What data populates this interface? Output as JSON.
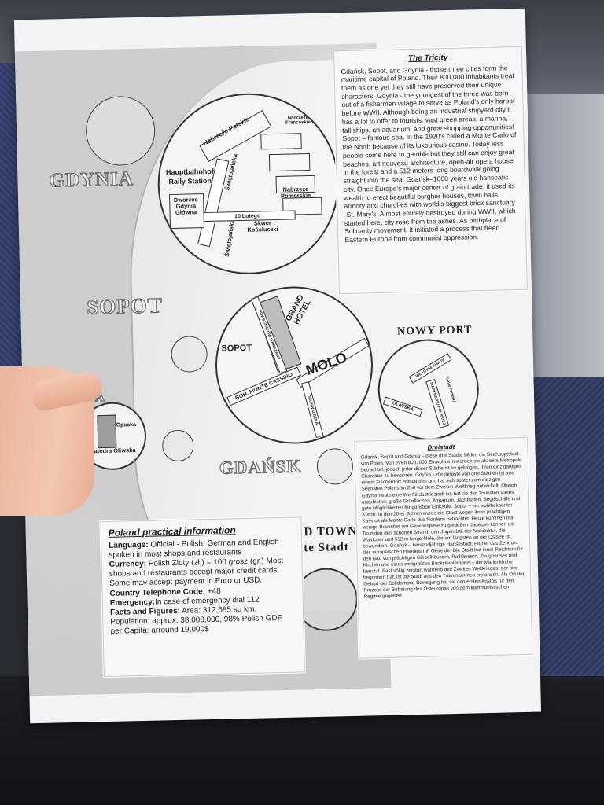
{
  "cities": {
    "gdynia": "GDYNIA",
    "sopot": "SOPOT",
    "gdansk": "GDAŃSK",
    "oliwa": "IWA",
    "nowy_port": "NOWY PORT",
    "old_town_1": "OLD TOWN",
    "old_town_2": "Alte Stadt"
  },
  "gdynia_map": {
    "nabrzeze_polskie": "Nabrzeże Polskie",
    "nabrzeze_francuskie": "Nabrzeże Francuskie",
    "swietojanska_1": "Świętojańska",
    "swietojanska_2": "Świętojańska",
    "station_1": "Hauptbahnhof",
    "station_2": "Raily Station",
    "dworzec": "Dworzec Gdynia Główna",
    "street_10_lutego": "10 Lutego",
    "nabrzeze_pomorskie": "Nabrzeże Pomorskie",
    "skwer": "Skwer Kościuszki"
  },
  "sopot_map": {
    "grand_hotel": "GRAND HOTEL",
    "molo": "MOLO",
    "sopot_label": "SOPOT",
    "monte_cassino": "BOH. MONTE CASSINO",
    "street_a": "POWSTAŃCÓW WARSZAWY",
    "street_b": "GRUNWALDZKA"
  },
  "nowy_port_map": {
    "oliwska": "OLIWSKA",
    "marynarki": "MARYNARKI POLSKIEJ",
    "wladyslawa": "WŁADYSŁAWA IV",
    "kanal": "Kanał Portowy"
  },
  "oliwa_map": {
    "opacka": "Opacka",
    "katedra": "Katedra Oliwska"
  },
  "tricity": {
    "title": "The Tricity",
    "text": "Gdańsk, Sopot, and Gdynia - those three cities form the maritime capital of Poland. Their 800,000 inhabitants treat them as one yet they still have preserved their unique characters. Gdynia - the youngest of the three was born out of a fishermen village to serve as Poland's only harbor before WWII. Although being an industrial shipyard city it has a lot to offer to tourists: vast green areas, a marina, tall ships, an aquarium, and great shopping opportunities! Sopot – famous spa. In the 1920's called a Monte Carlo of the North because of its luxourious casino. Today less people come here to gamble but they still can enjoy great beaches, art nouveau architecture, open-air opera house in the forest and a 512 meters-long boardwalk going straight into the sea. Gdańsk–1000 years old hanseatic city. Once Europe's major center of grain trade, it used its wealth to erect beautiful burgher houses, town halls, armory and churches with world's biggest brick sanctuary -St. Mary's. Almost entirely destroyed during WWII, which started here, city rose from the ashes. As birthplace of Solidarity movement, it initiated a process that freed Eastern Europe from communist oppression."
  },
  "dreistadt": {
    "title": "Dreistadt",
    "text": "Gdańsk, Sopot und Gdynia – diese drei Städte bilden die Seehauptstadt von Polen. Von ihren 800, 000 Einwohnern werden sie als eine Metropole betrachtet, jedoch jeder dieser Städte ist es gelungen, ihren einzigartigen Charakter zu bewahren. Gdynia – die jüngste von drei Städten ist aus einem Fischerdorf entstanden und hat sich später zum einzigen Seehafen Polens im Zeit vor dem Zweiten Weltkrieg entwickelt. Obwohl Gdynia heute eine Werftindustriestadt ist, hat sie den Touristen Vieles anzubieten: große Grünflächen, Aquarium, Jachthafen, Segelschiffe und gute Möglichkeiten für günstige Einkäufe. Sopot – ein wohlbekannter Kurort. In den 20-er Jahren wurde die Stadt wegen ihres prächtigen Kasinos als Monte Carlo des Nordens betrachtet. Heute kommen nur wenige Besucher um Gewinnspiele zu genießen dagegen können die Touristen den schönen Strand, den Jugendstil der Architektur, die Waldoper und 512 m lange Mole, die am längsten an der Ostsee ist, bewundern. Gdańsk – tausendjährige Hansestadt. Früher das Zentrum des europäischen Handels mit Getreide. Die Stadt hat ihren Reichtum für den Bau von prächtigen Giebelhäusern, Rathäusern, Zeughauses und Kirchen und eines weltgrößten Backsteintempels – der Marienkirche benutzt. Fast völlig zerstört während des Zweiten Weltkrieges, der hier begonnen hat, ist die Stadt aus den Trümmern neu erstanden. Als Ort der Geburt der Solidarność-Bewegung hat sie den ersten Anstoß für den Prozess der Befreiung des Osteuropas von dem kommunistischen Regime gegeben."
  },
  "practical": {
    "title": "Poland practical information",
    "language_label": "Language:",
    "language_text": "Official - Polish, German and English spoken in most shops and restaurants",
    "currency_label": "Currency:",
    "currency_text": "Polish Zloty (zł.) = 100 grosz (gr.) Most shops and restaurants accept major credit cards. Some may accept payment in Euro or USD.",
    "phone_label": "Country Telephone Code:",
    "phone_text": "+48",
    "emergency_label": "Emergency:",
    "emergency_text": "In case of emergency dial 112",
    "facts_label": "Facts and Figures:",
    "facts_text": "Area: 312,685 sq km. Population: approx. 38,000,000, 98% Polish GDP per Capita: arround 19,000$"
  }
}
